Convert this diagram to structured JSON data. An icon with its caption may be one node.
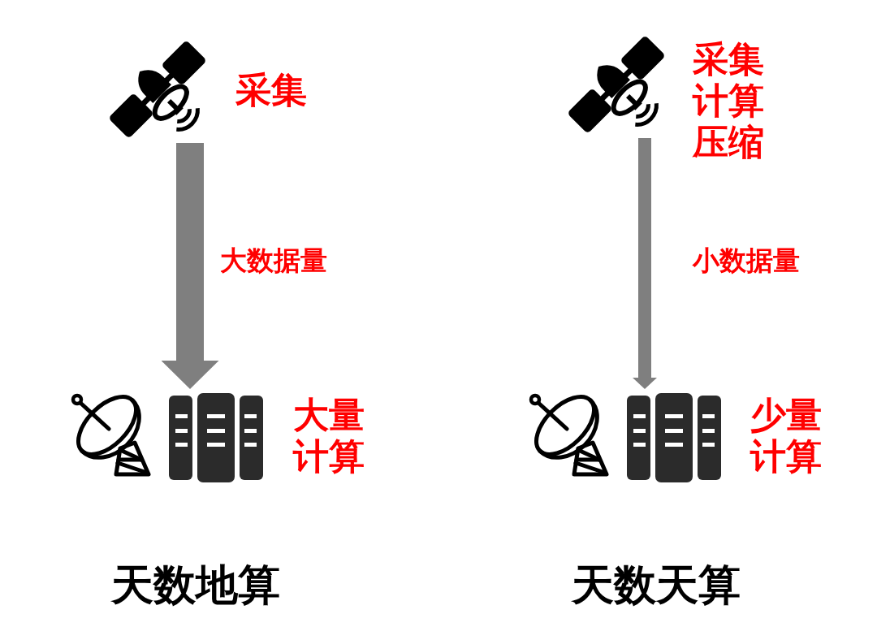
{
  "diagram": {
    "nodes": [
      {
        "text": [],
        "shape": "picture",
        "beside": [
          "采集"
        ]
      },
      {
        "text": [],
        "shape": "picture",
        "beside": [
          "采集",
          "计算",
          "压缩"
        ]
      },
      {
        "text": [],
        "shape": "picture",
        "beside": [
          "大量计算"
        ]
      },
      {
        "text": [],
        "shape": "picture",
        "beside": [
          "少量计算"
        ]
      }
    ],
    "edges": [
      {
        "from": 0,
        "to": 2,
        "arrow": "to",
        "label": "大数据量",
        "style": "thick"
      },
      {
        "from": 1,
        "to": 3,
        "arrow": "to",
        "label": "小数据量"
      }
    ],
    "labels": [
      "天数地算",
      "天数天算"
    ]
  }
}
